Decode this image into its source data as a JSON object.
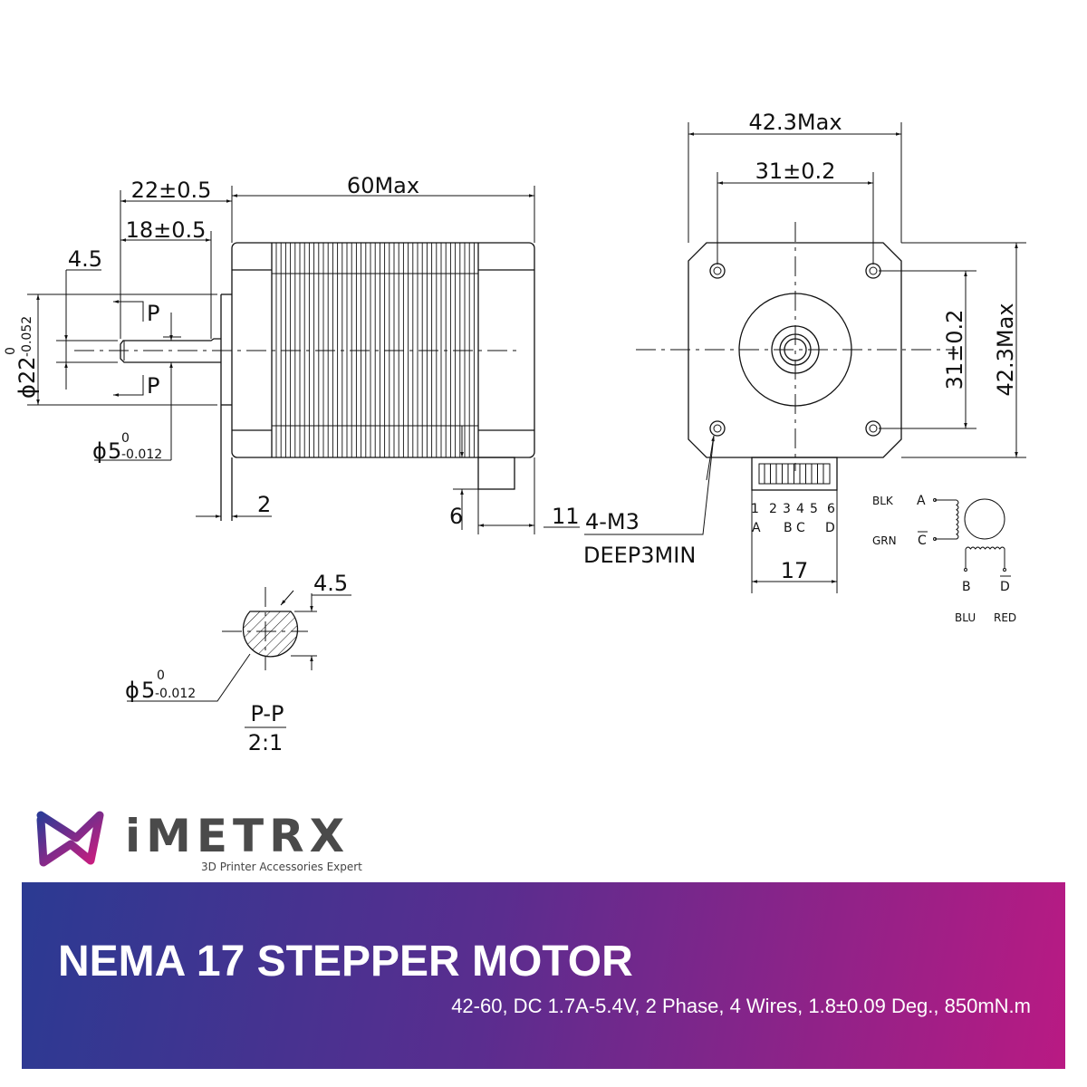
{
  "side_view": {
    "dim_length": "60Max",
    "dim_shaft_length": "22±0.5",
    "dim_flat_length": "18±0.5",
    "dim_flat_depth": "4.5",
    "dim_boss_diameter": {
      "symbol": "ϕ",
      "value": "22",
      "upper": "0",
      "lower": "-0.052"
    },
    "dim_shaft_diameter": {
      "symbol": "ϕ",
      "value": "5",
      "upper": "0",
      "lower": "-0.012"
    },
    "section_mark": "P",
    "dim_flange": "2",
    "dim_connector_height": "6",
    "dim_connector_offset": "11"
  },
  "front_view": {
    "dim_width": "42.3Max",
    "dim_hole_spacing_h": "31±0.2",
    "dim_hole_spacing_v": "31±0.2",
    "dim_height": "42.3Max",
    "holes_note": "4-M3",
    "holes_depth": "DEEP3MIN",
    "connector_pins": [
      "1",
      "2",
      "3",
      "4",
      "5",
      "6"
    ],
    "connector_phases": [
      "A",
      "B",
      "C",
      "D"
    ],
    "dim_connector_width": "17"
  },
  "section_view": {
    "dim_flat": "4.5",
    "dim_diameter": {
      "symbol": "ϕ",
      "value": "5",
      "upper": "0",
      "lower": "-0.012"
    },
    "title": "P-P",
    "scale": "2:1"
  },
  "wiring": {
    "a_color": "BLK",
    "a_label": "A",
    "c_color": "GRN",
    "c_label": "C",
    "b_label": "B",
    "b_color": "BLU",
    "d_label": "D",
    "d_color": "RED"
  },
  "brand": {
    "name": "iMETRX",
    "tagline": "3D Printer Accessories Expert",
    "logo_colors": [
      "#2e3a96",
      "#d01c7e"
    ]
  },
  "banner": {
    "title": "NEMA 17 STEPPER MOTOR",
    "subtitle": "42-60, DC 1.7A-5.4V, 2 Phase, 4 Wires, 1.8±0.09 Deg., 850mN.m",
    "gradient": [
      "#2b3a92",
      "#b91a83"
    ]
  }
}
